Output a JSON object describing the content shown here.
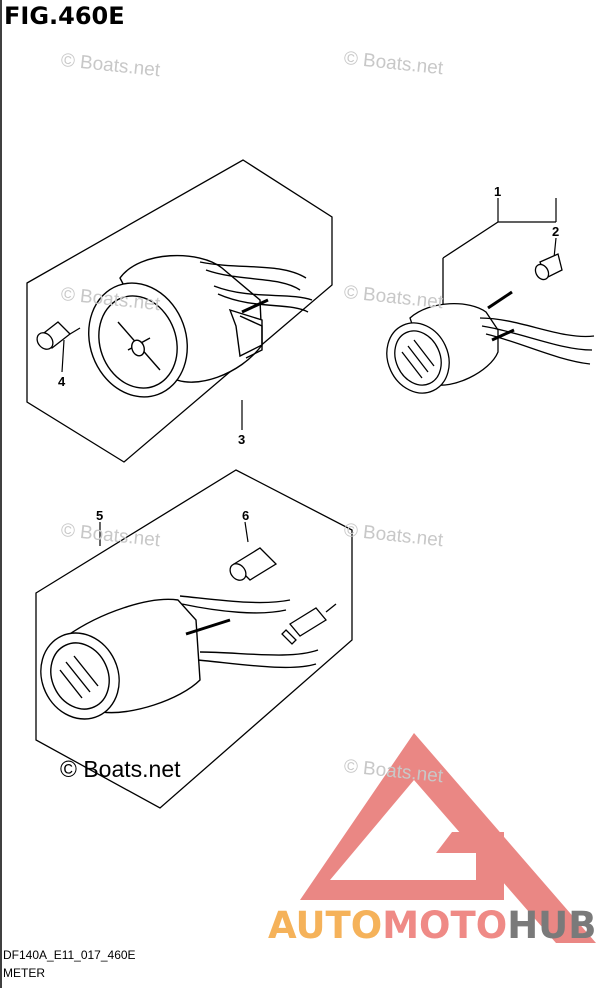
{
  "figure": {
    "title": "FIG.460E",
    "code": "DF140A_E11_017_460E",
    "name": "METER"
  },
  "watermark": {
    "text": "© Boats.net",
    "big_text": "© Boats.net",
    "color": "#c8c8c8"
  },
  "callouts": [
    "1",
    "2",
    "3",
    "4",
    "5",
    "6"
  ],
  "brand": {
    "auto": "AUTO",
    "moto": "MOTO",
    "hub": "HUB",
    "color_auto": "#f5b25a",
    "color_moto": "#ef8a86",
    "color_hub": "#7a7a7a",
    "logo_color": "#ea8784"
  }
}
